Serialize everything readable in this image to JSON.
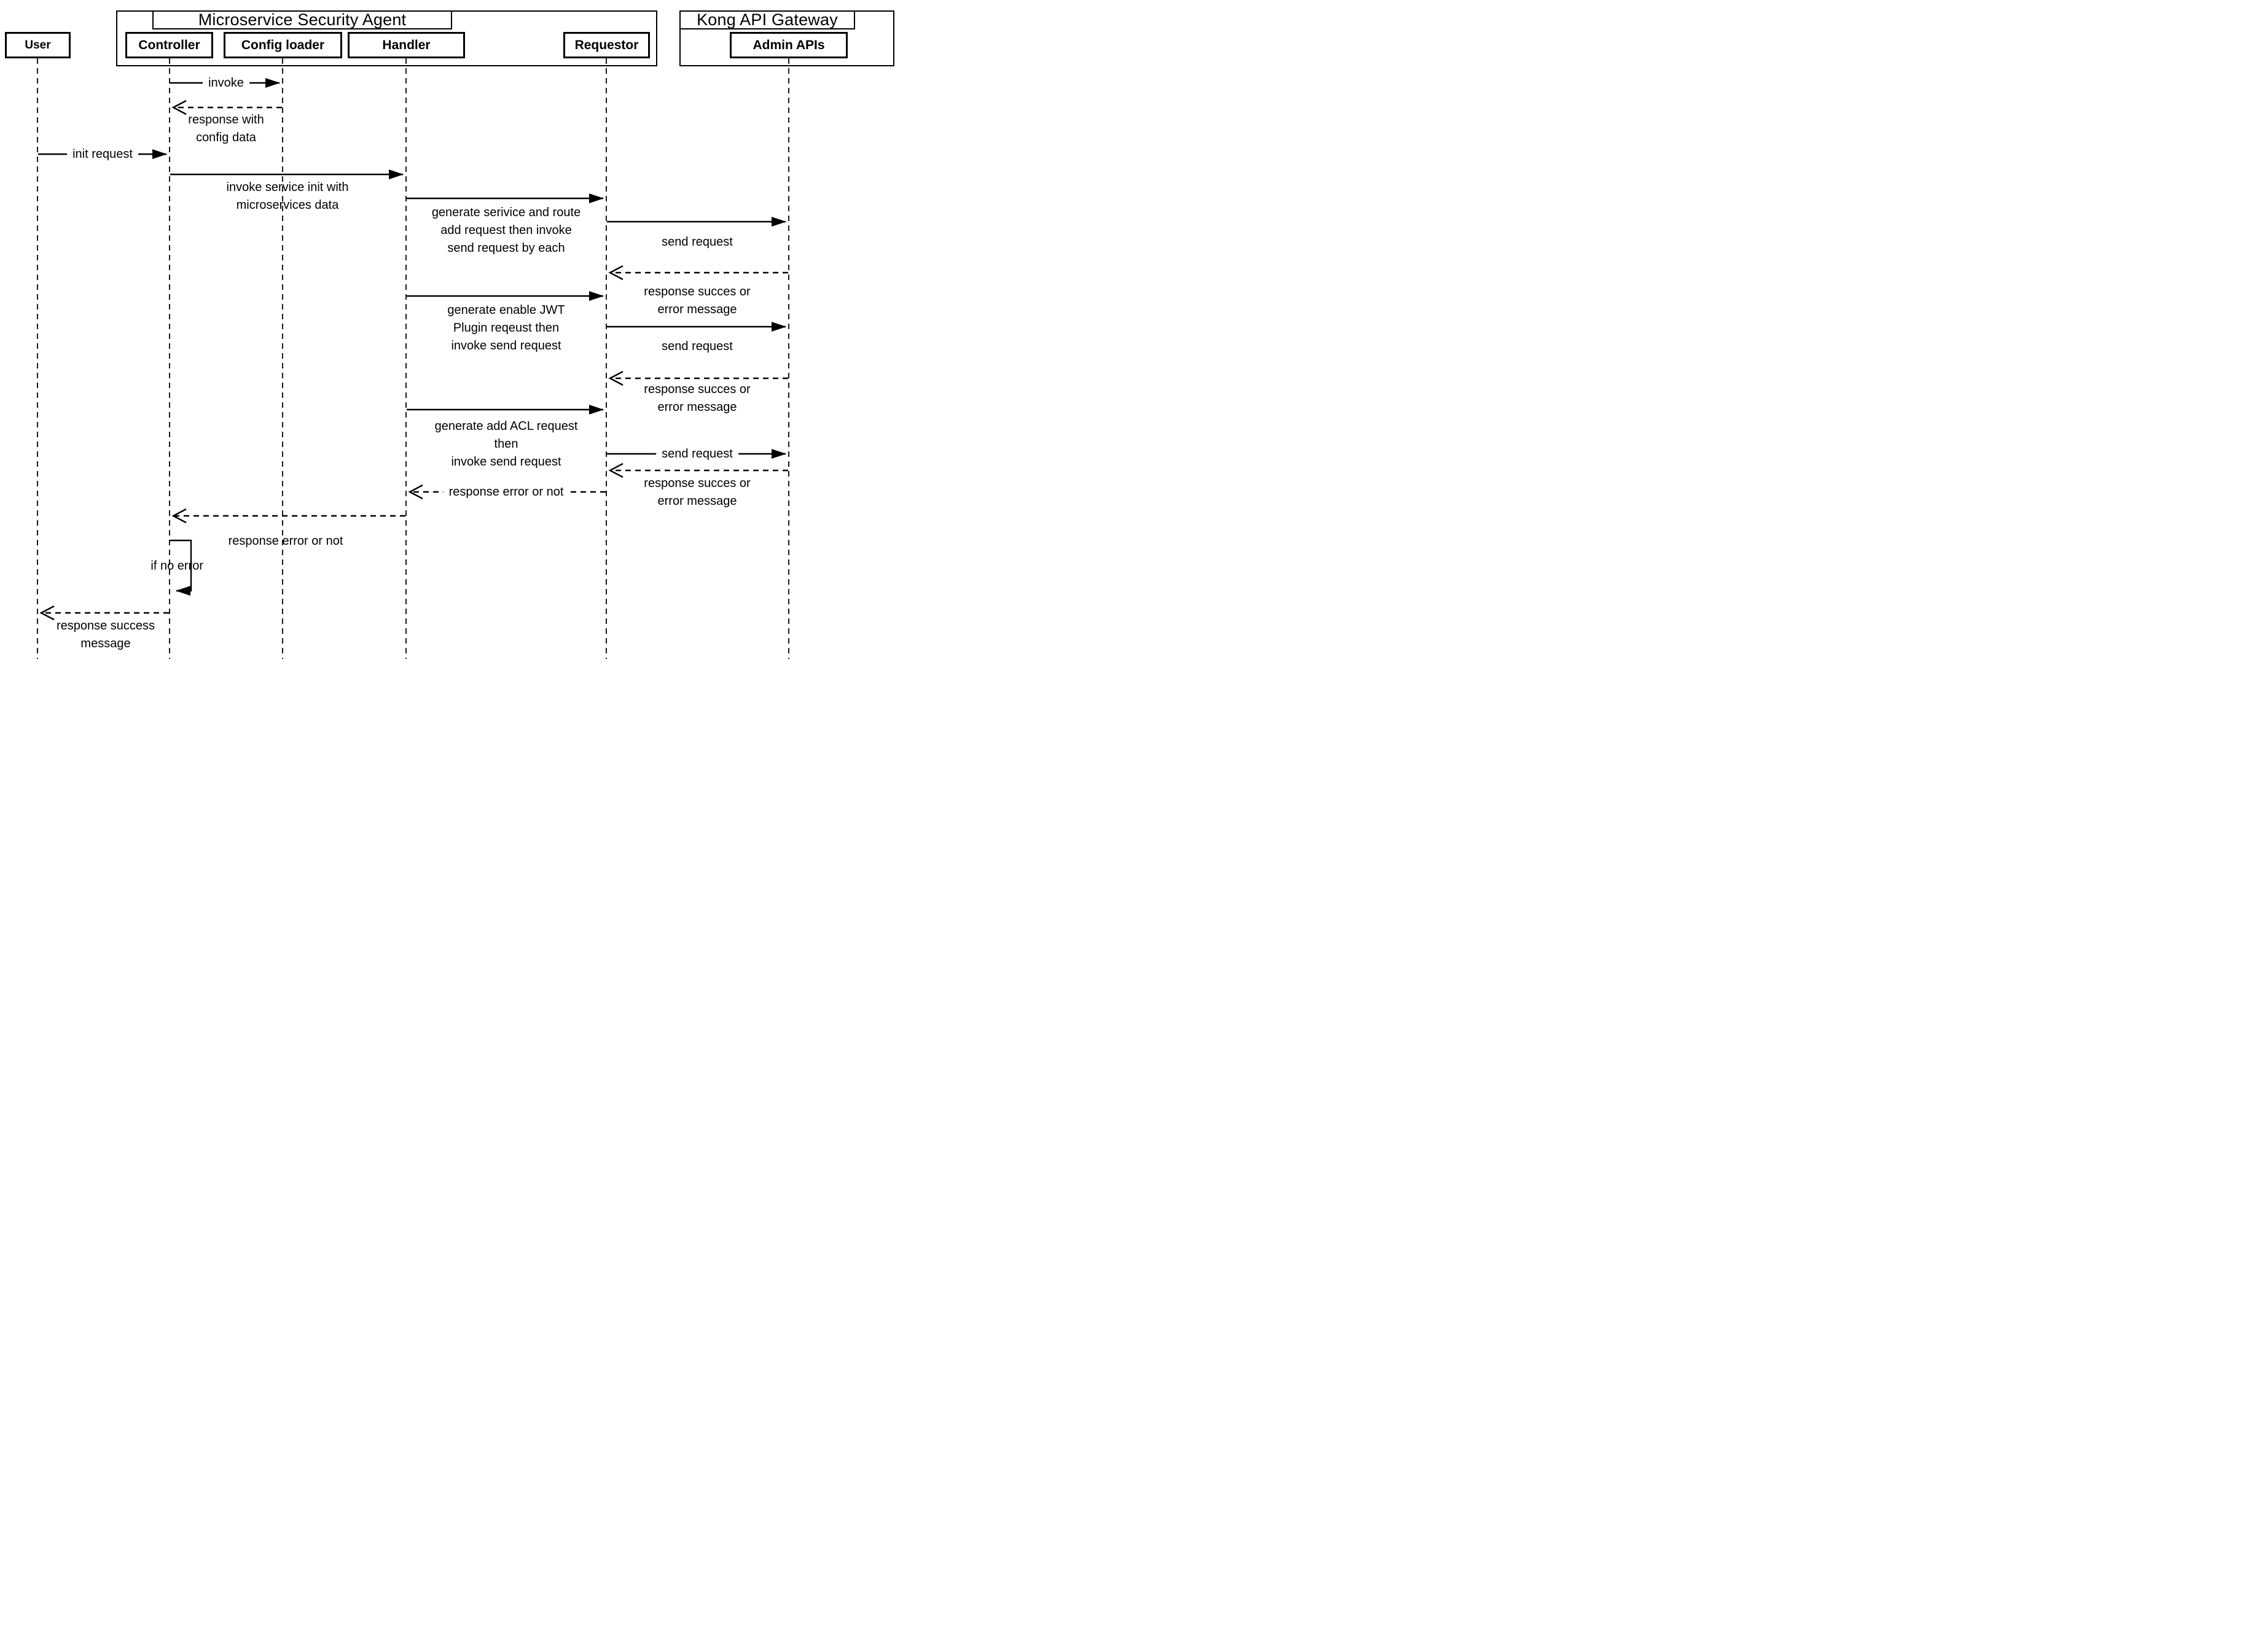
{
  "diagram": {
    "frames": {
      "msa": {
        "title": "Microservice Security Agent"
      },
      "kong": {
        "title": "Kong API Gateway"
      }
    },
    "participants": {
      "user": "User",
      "controller": "Controller",
      "config_loader": "Config loader",
      "handler": "Handler",
      "requestor": "Requestor",
      "admin_apis": "Admin APIs"
    },
    "messages": {
      "invoke": "invoke",
      "response_config": {
        "l1": "response with",
        "l2": "config data"
      },
      "init_request": "init request",
      "invoke_service_init": {
        "l1": "invoke service init with",
        "l2": "microservices data"
      },
      "gen_service_route": {
        "l1": "generate serivice and route",
        "l2": "add request then invoke",
        "l3": "send request by each"
      },
      "send_request_1": "send request",
      "response_result_1": {
        "l1": "response succes or",
        "l2": "error message"
      },
      "gen_jwt_plugin": {
        "l1": "generate enable JWT",
        "l2": "Plugin reqeust then",
        "l3": "invoke send request"
      },
      "send_request_2": "send request",
      "response_result_2": {
        "l1": "response succes or",
        "l2": "error message"
      },
      "gen_acl": {
        "l1": "generate add ACL request",
        "l2": "then",
        "l3": "invoke send request"
      },
      "send_request_3": "send request",
      "response_result_3": {
        "l1": "response succes or",
        "l2": "error message"
      },
      "response_error_requestor_handler": "response error or not",
      "response_error_handler_controller": "response error or not",
      "if_no_error": "if no error",
      "response_success": {
        "l1": "response success",
        "l2": "message"
      }
    },
    "colors": {
      "line": "#000000",
      "background": "#ffffff"
    }
  }
}
